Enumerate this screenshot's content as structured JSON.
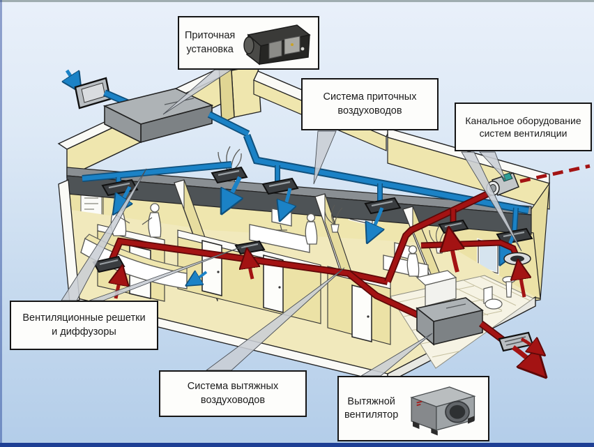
{
  "callouts": {
    "supply_unit": {
      "line1": "Приточная",
      "line2": "установка"
    },
    "supply_ducts": {
      "line1": "Система приточных",
      "line2": "воздуховодов"
    },
    "duct_equipment": {
      "line1": "Канальное оборудование",
      "line2": "систем вентиляции"
    },
    "grilles_diffusers": {
      "line1": "Вентиляционные решетки",
      "line2": "и диффузоры"
    },
    "exhaust_ducts": {
      "line1": "Система вытяжных",
      "line2": "воздуховодов"
    },
    "exhaust_fan": {
      "line1": "Вытяжной",
      "line2": "вентилятор"
    }
  },
  "colors": {
    "supply_air_duct": "#1b82c6",
    "exhaust_air_duct": "#a31313",
    "wall_cream": "#efe6ae",
    "ceiling_plenum": "#4e5356",
    "equipment_gray": "#9aa0a4",
    "background_top": "#e9f0fa",
    "background_bottom": "#b3cde9",
    "frame_bottom": "#1e3f94",
    "callout_background": "#fdfdfb",
    "callout_border": "#151515"
  }
}
